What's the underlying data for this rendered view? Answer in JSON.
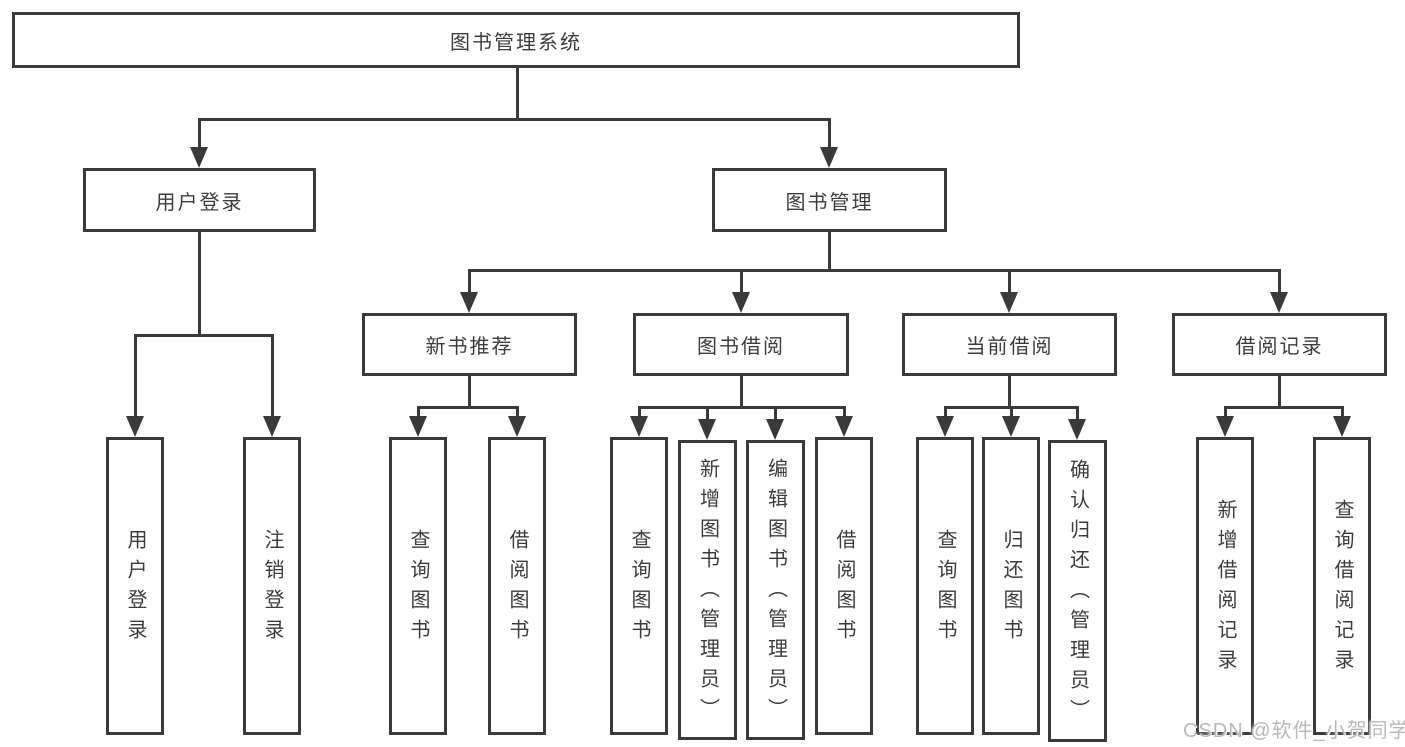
{
  "tree": {
    "label": "图书管理系统",
    "children": [
      {
        "label": "用户登录",
        "children": [
          {
            "label": "用户登录"
          },
          {
            "label": "注销登录"
          }
        ]
      },
      {
        "label": "图书管理",
        "children": [
          {
            "label": "新书推荐",
            "children": [
              {
                "label": "查询图书"
              },
              {
                "label": "借阅图书"
              }
            ]
          },
          {
            "label": "图书借阅",
            "children": [
              {
                "label": "查询图书"
              },
              {
                "label": "新增图书（管理员）"
              },
              {
                "label": "编辑图书（管理员）"
              },
              {
                "label": "借阅图书"
              }
            ]
          },
          {
            "label": "当前借阅",
            "children": [
              {
                "label": "查询图书"
              },
              {
                "label": "归还图书"
              },
              {
                "label": "确认归还（管理员）"
              }
            ]
          },
          {
            "label": "借阅记录",
            "children": [
              {
                "label": "新增借阅记录"
              },
              {
                "label": "查询借阅记录"
              }
            ]
          }
        ]
      }
    ]
  },
  "watermark": {
    "text": "CSDN @软件_小贺同学"
  },
  "colors": {
    "line": "#3a3a3a",
    "text": "#3c3c3c",
    "background": "#ffffff",
    "watermark": "#b9b9b9"
  }
}
